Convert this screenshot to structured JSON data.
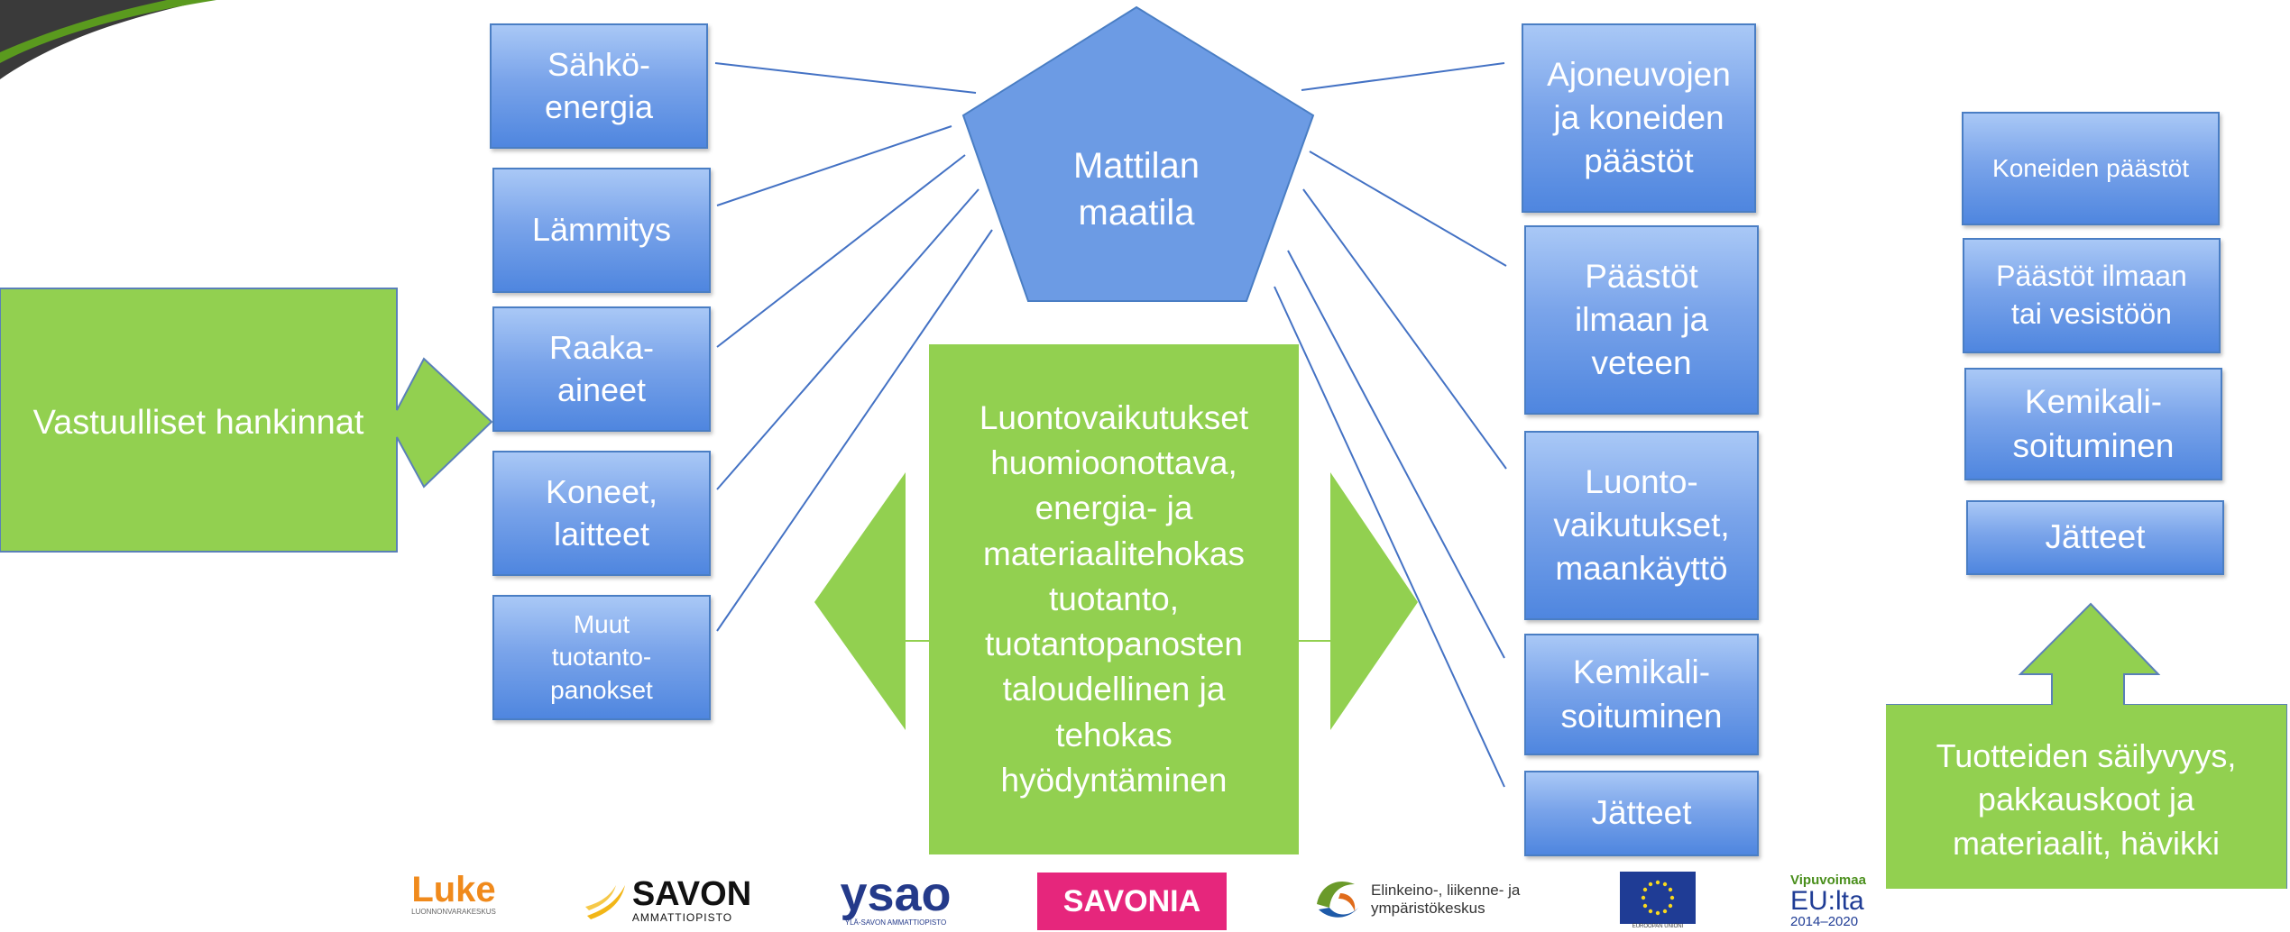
{
  "center": {
    "title": "Mattilan\nmaatila"
  },
  "left_inputs": [
    "Sähkö-\nenergia",
    "Lämmitys",
    "Raaka-\naineet",
    "Koneet,\nlaitteet",
    "Muut\ntuotanto-\npanokset"
  ],
  "purchases": "Vastuulliset hankinnat",
  "middle": "Luontovaikutukset\nhuomioonottava,\nenergia- ja\nmateriaalitehokas\ntuotanto,\ntuotantopanosten\ntaloudellinen ja\ntehokas\nhyödyntäminen",
  "right_outputs": [
    "Ajoneuvojen\nja koneiden\npäästöt",
    "Päästöt\nilmaan ja\nveteen",
    "Luonto-\nvaikutukset,\nmaankäyttö",
    "Kemikali-\nsoituminen",
    "Jätteet"
  ],
  "far_right": [
    "Koneiden päästöt",
    "Päästöt ilmaan\ntai vesistöön",
    "Kemikali-\nsoituminen",
    "Jätteet"
  ],
  "products": "Tuotteiden säilyvyys,\npakkauskoot ja\nmateriaalit, hävikki",
  "logos": {
    "luke": "Luke",
    "luke_sub": "LUONNONVARAKESKUS",
    "savon": "SAVON",
    "savon_sub": "AMMATTIOPISTO",
    "ysao": "ysao",
    "ysao_sub": "YLÄ-SAVON AMMATTIOPISTO",
    "savonia": "SAVONIA",
    "ely": "Elinkeino-, liikenne- ja\nympäristökeskus",
    "eu_sub": "EUROOPAN UNIONI",
    "vipu1": "Vipuvoimaa",
    "vipu2": "EU:lta",
    "vipu3": "2014–2020"
  },
  "colors": {
    "blue_box": "#6f9ce6",
    "blue_border": "#4a7ec4",
    "green": "#92d050",
    "line": "#4472c4",
    "corner_dark": "#3a3a3a",
    "corner_green": "#5a9a1e"
  }
}
